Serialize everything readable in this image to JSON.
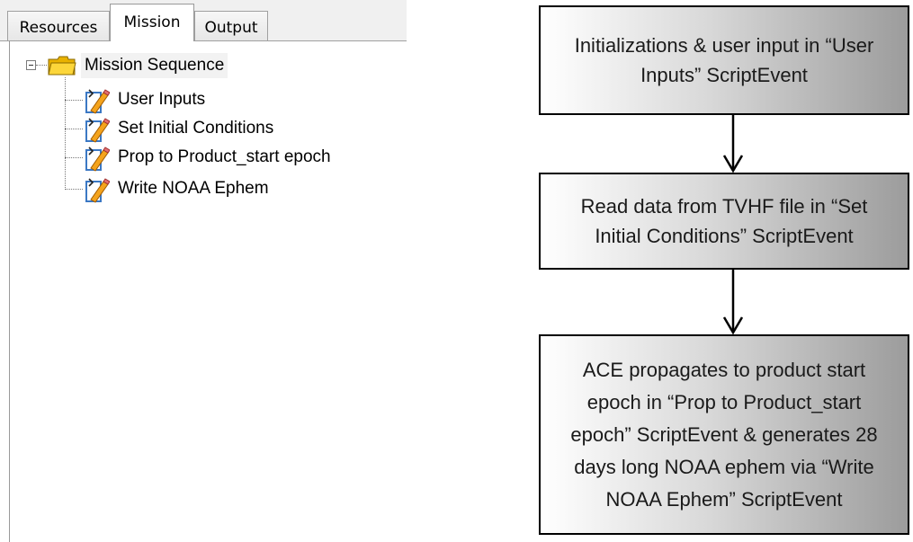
{
  "tabs": [
    {
      "label": "Resources"
    },
    {
      "label": "Mission"
    },
    {
      "label": "Output"
    }
  ],
  "tree": {
    "root_label": "Mission Sequence",
    "items": [
      {
        "label": "User Inputs"
      },
      {
        "label": "Set Initial Conditions"
      },
      {
        "label": "Prop to Product_start epoch"
      },
      {
        "label": "Write NOAA Ephem"
      }
    ]
  },
  "flowchart": {
    "steps": [
      {
        "text": "Initializations & user input in “User Inputs” ScriptEvent"
      },
      {
        "text": "Read data from TVHF file in “Set Initial Conditions” ScriptEvent"
      },
      {
        "text": "ACE propagates to product start epoch in “Prop to Product_start epoch” ScriptEvent & generates 28 days long NOAA ephem via “Write NOAA Ephem” ScriptEvent"
      }
    ]
  },
  "icons": {
    "root": "folder-icon",
    "item": "script-event-icon",
    "expander": "collapse-minus-icon",
    "connector": "arrow-down-icon"
  },
  "colors": {
    "folder": "#f5c400",
    "script_page": "#4a8fd6",
    "pencil": "#e8a020"
  }
}
